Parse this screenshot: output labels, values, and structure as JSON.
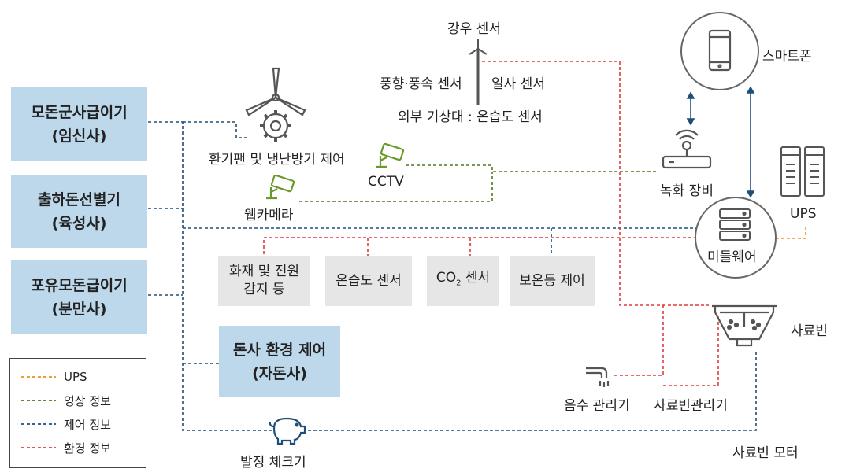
{
  "left_boxes": [
    {
      "line1": "모돈군사급이기",
      "line2": "(임신사)"
    },
    {
      "line1": "출하돈선별기",
      "line2": "(육성사)"
    },
    {
      "line1": "포유모돈급이기",
      "line2": "(분만사)"
    }
  ],
  "barn_control": {
    "line1": "돈사 환경 제어",
    "line2": "(자돈사)"
  },
  "env_boxes": {
    "fire_line1": "화재 및 전원",
    "fire_line2": "감지 등",
    "humidity": "온습도 센서",
    "co2_pre": "CO",
    "co2_sub": "2",
    "co2_post": " 센서",
    "heat_lamp": "보온등 제어"
  },
  "labels": {
    "rain_sensor": "강우 센서",
    "wind_sensor": "풍향·풍속 센서",
    "sun_sensor": "일사 센서",
    "weather_station": "외부 기상대 : 온습도 센서",
    "fan_control": "환기팬 및 냉난방기 제어",
    "cctv": "CCTV",
    "webcam": "웹카메라",
    "smartphone": "스마트폰",
    "recorder": "녹화 장비",
    "ups": "UPS",
    "middleware": "미들웨어",
    "feed_bin": "사료빈",
    "water_manager": "음수 관리기",
    "feed_manager": "사료빈관리기",
    "feed_motor": "사료빈 모터",
    "estrus_checker": "발정 체크기"
  },
  "legend": [
    {
      "label": "UPS",
      "color": "#e8921e"
    },
    {
      "label": "영상 정보",
      "color": "#4a7a1e"
    },
    {
      "label": "제어 정보",
      "color": "#1f4e79"
    },
    {
      "label": "환경 정보",
      "color": "#e03c3c"
    }
  ],
  "colors": {
    "control": "#1f4e79",
    "video": "#4a7a1e",
    "env": "#e03c3c",
    "ups": "#e8921e",
    "box_blue": "#bcd8ea",
    "box_gray": "#e6e6e6",
    "icon_gray": "#555555",
    "icon_green": "#6a9a2a"
  }
}
